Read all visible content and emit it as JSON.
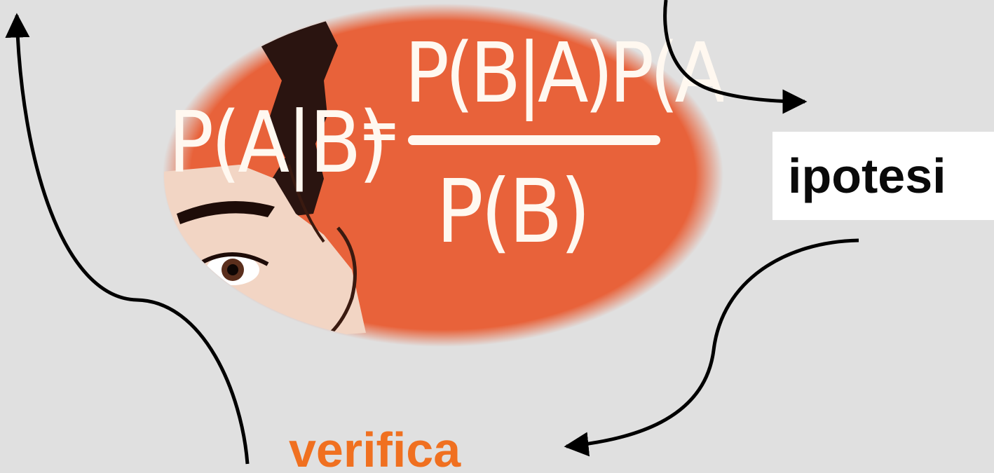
{
  "diagram": {
    "formula": {
      "lhs": "P(A|B)",
      "equals": "=",
      "numerator": "P(B|A)P(A)",
      "denominator": "P(B)"
    },
    "labels": {
      "hypothesis": "ipotesi",
      "verification": "verifica"
    },
    "colors": {
      "background": "#e0e0e0",
      "ellipse": "#e8623a",
      "verification_text": "#f07020",
      "hypothesis_text": "#0a0a0a",
      "hypothesis_box": "#ffffff",
      "arrows": "#000000",
      "chalk": "#fff8f0"
    },
    "image": {
      "subject": "bayes-theorem-illustration",
      "icon": "thinking-face-icon"
    }
  }
}
